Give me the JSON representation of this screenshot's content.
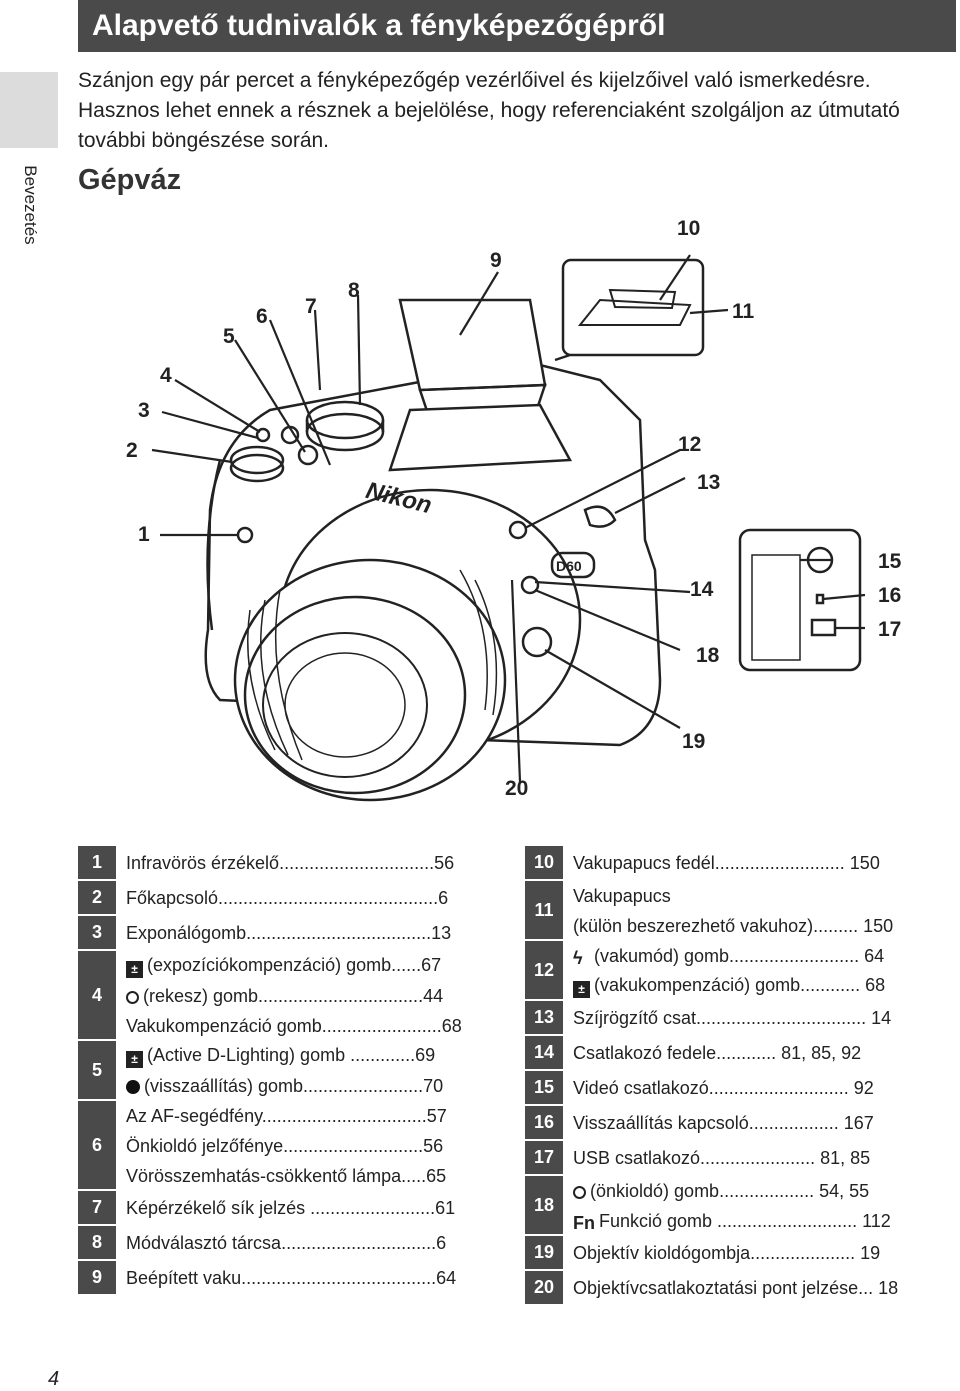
{
  "header": {
    "title": "Alapvető tudnivalók a fényképezőgépről"
  },
  "side_tab": {
    "label": "Bevezetés"
  },
  "intro_text": "Szánjon egy pár percet a fényképezőgép vezérlőivel és kijelzőivel való ismerkedésre. Hasznos lehet ennek a résznek a bejelölése, hogy referenciaként szolgáljon az útmutató további böngészése során.",
  "section_title": "Gépváz",
  "diagram": {
    "brand": "Nikon",
    "model": "D60",
    "callouts": [
      "1",
      "2",
      "3",
      "4",
      "5",
      "6",
      "7",
      "8",
      "9",
      "10",
      "11",
      "12",
      "13",
      "14",
      "15",
      "16",
      "17",
      "18",
      "19",
      "20"
    ]
  },
  "legend_left": [
    {
      "num": "1",
      "items": [
        {
          "text": "Infravörös érzékelő...............................56"
        }
      ]
    },
    {
      "num": "2",
      "items": [
        {
          "text": "Főkapcsoló............................................6"
        }
      ]
    },
    {
      "num": "3",
      "items": [
        {
          "text": "Exponálógomb.....................................13"
        }
      ]
    },
    {
      "num": "4",
      "items": [
        {
          "icon": "exposure-comp-icon",
          "text": "(expozíciókompenzáció) gomb......67"
        },
        {
          "icon": "aperture-icon",
          "text": "(rekesz) gomb.................................44"
        },
        {
          "text": "Vakukompenzáció gomb........................68"
        }
      ]
    },
    {
      "num": "5",
      "items": [
        {
          "icon": "active-d-lighting-icon",
          "text": "(Active D-Lighting) gomb .............69"
        },
        {
          "icon": "reset-dot-icon",
          "text": "(visszaállítás) gomb........................70"
        }
      ]
    },
    {
      "num": "6",
      "items": [
        {
          "text": "Az AF-segédfény.................................57"
        },
        {
          "text": "Önkioldó jelzőfénye............................56"
        },
        {
          "text": "Vörösszemhatás-csökkentő lámpa.....65"
        }
      ]
    },
    {
      "num": "7",
      "items": [
        {
          "text": "Képérzékelő sík jelzés .........................61"
        }
      ]
    },
    {
      "num": "8",
      "items": [
        {
          "text": "Módválasztó tárcsa...............................6"
        }
      ]
    },
    {
      "num": "9",
      "items": [
        {
          "text": "Beépített vaku.......................................64"
        }
      ]
    }
  ],
  "legend_right": [
    {
      "num": "10",
      "items": [
        {
          "text": "Vakupapucs fedél.......................... 150"
        }
      ]
    },
    {
      "num": "11",
      "items": [
        {
          "text": "Vakupapucs"
        },
        {
          "text": "(külön beszerezhető vakuhoz)......... 150"
        }
      ]
    },
    {
      "num": "12",
      "items": [
        {
          "icon": "flash-mode-icon",
          "text": "(vakumód) gomb.......................... 64"
        },
        {
          "icon": "flash-comp-icon",
          "text": "(vakukompenzáció) gomb............ 68"
        }
      ]
    },
    {
      "num": "13",
      "items": [
        {
          "text": "Szíjrögzítő csat.................................. 14"
        }
      ]
    },
    {
      "num": "14",
      "items": [
        {
          "text": "Csatlakozó fedele............ 81, 85, 92"
        }
      ]
    },
    {
      "num": "15",
      "items": [
        {
          "text": "Videó csatlakozó............................ 92"
        }
      ]
    },
    {
      "num": "16",
      "items": [
        {
          "text": "Visszaállítás kapcsoló.................. 167"
        }
      ]
    },
    {
      "num": "17",
      "items": [
        {
          "text": "USB csatlakozó....................... 81, 85"
        }
      ]
    },
    {
      "num": "18",
      "items": [
        {
          "icon": "self-timer-icon",
          "text": "(önkioldó) gomb................... 54, 55"
        },
        {
          "icon": "fn-icon",
          "text": "Funkció gomb ............................ 112"
        }
      ]
    },
    {
      "num": "19",
      "items": [
        {
          "text": "Objektív kioldógombja..................... 19"
        }
      ]
    },
    {
      "num": "20",
      "items": [
        {
          "text": "Objektívcsatlakoztatási pont jelzése... 18"
        }
      ]
    }
  ],
  "icon_glyphs": {
    "flash": "ϟ",
    "fn": "Fn"
  },
  "page_number": "4"
}
